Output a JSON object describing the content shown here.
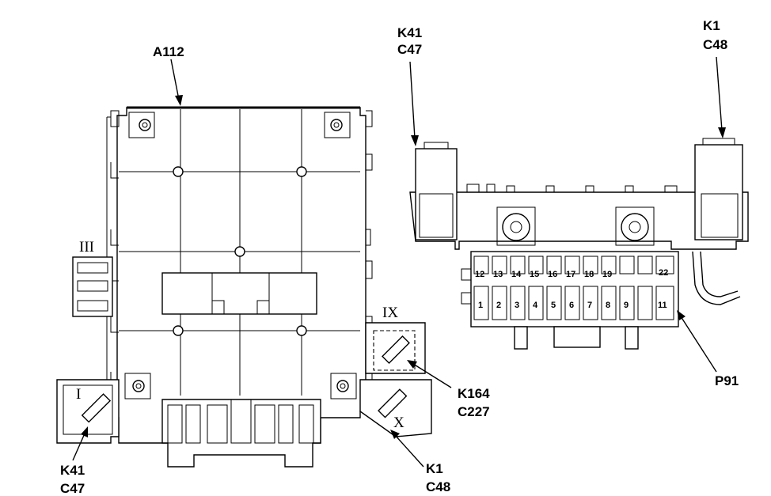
{
  "labels": {
    "a112": "A112",
    "k41_top": "K41",
    "c47_top": "C47",
    "k1_top": "K1",
    "c48_top": "C48",
    "k164": "K164",
    "c227": "C227",
    "k41_bottom": "K41",
    "c47_bottom": "C47",
    "k1_bottom": "K1",
    "c48_bottom": "C48",
    "p91": "P91"
  },
  "roman": {
    "iii": "III",
    "ix": "IX",
    "i": "I",
    "x": "X"
  },
  "pins": {
    "top_row": [
      "12",
      "13",
      "14",
      "15",
      "16",
      "17",
      "18",
      "19",
      "",
      "22"
    ],
    "bottom_row": [
      "1",
      "2",
      "3",
      "4",
      "5",
      "6",
      "7",
      "8",
      "9",
      "",
      "11"
    ]
  }
}
